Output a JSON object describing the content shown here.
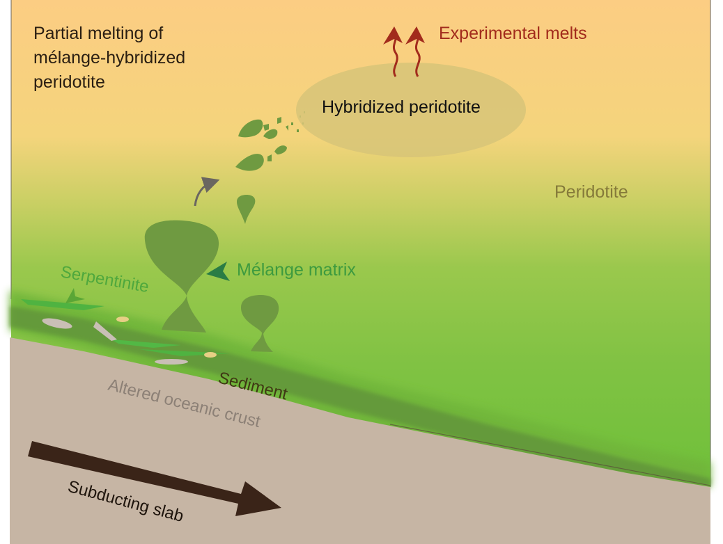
{
  "labels": {
    "partial_melting_line1": "Partial melting of",
    "partial_melting_line2": "mélange-hybridized",
    "partial_melting_line3": "peridotite",
    "experimental_melts": "Experimental melts",
    "hybridized_peridotite": "Hybridized peridotite",
    "peridotite": "Peridotite",
    "melange_matrix": "Mélange matrix",
    "serpentinite": "Serpentinite",
    "sediment": "Sediment",
    "altered_oceanic_crust": "Altered oceanic crust",
    "subducting_slab": "Subducting slab"
  },
  "colors": {
    "mantle_top": "#fbd082",
    "mantle_green": "#76c23e",
    "slab": "#c6b5a4",
    "diapir": "#6f9a41",
    "hybridized_ellipse": "#d7c478",
    "experimental_melt_red": "#a22b1c",
    "serpentinite_green": "#5aa636",
    "melange_arrow": "#2a7c45",
    "peridotite_text": "#857a3a",
    "crust_text": "#8c8076",
    "slab_arrow": "#3a2418",
    "sediment_text": "#3f3714"
  }
}
